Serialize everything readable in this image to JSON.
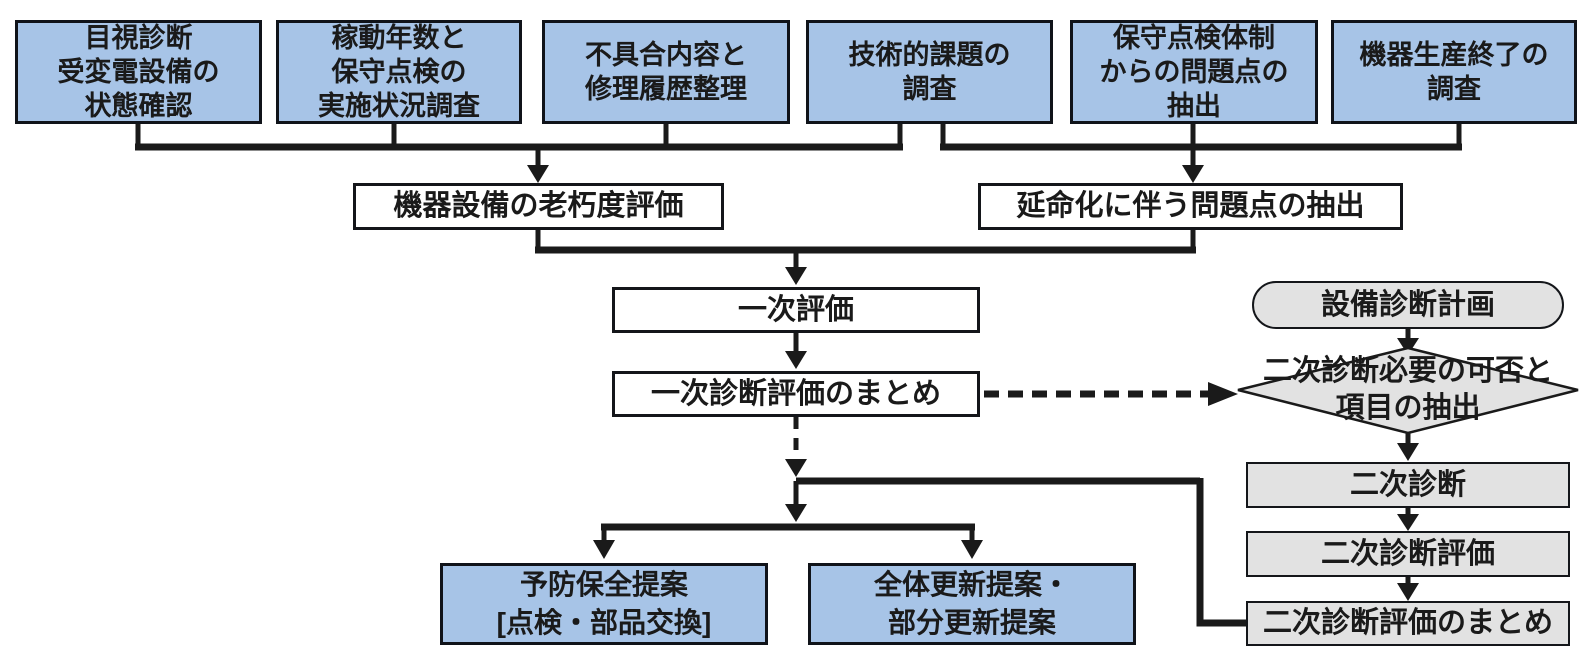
{
  "diagram": {
    "title_hint": "受変電設備 診断フロー図",
    "colors": {
      "box_blue": "#a7c4e7",
      "box_gray": "#e2e2e2",
      "box_white": "#ffffff",
      "line": "#1a1a1a",
      "text": "#1a1a1a"
    },
    "top_row": [
      {
        "id": "visual-diagnosis",
        "label": "目視診断\n受変電設備の\n状態確認"
      },
      {
        "id": "operating-years-survey",
        "label": "稼動年数と\n保守点検の\n実施状況調査"
      },
      {
        "id": "defect-repair-history",
        "label": "不具合内容と\n修理履歴整理"
      },
      {
        "id": "technical-issues-survey",
        "label": "技術的課題の\n調査"
      },
      {
        "id": "maintenance-system-problems",
        "label": "保守点検体制\nからの問題点の\n抽出"
      },
      {
        "id": "production-discontinued-survey",
        "label": "機器生産終了の\n調査"
      }
    ],
    "aging_evaluation": {
      "label": "機器設備の老朽度評価"
    },
    "life_extension_problems": {
      "label": "延命化に伴う問題点の抽出"
    },
    "primary_evaluation": {
      "label": "一次評価"
    },
    "primary_summary": {
      "label": "一次診断評価のまとめ"
    },
    "diagnosis_plan": {
      "label": "設備診断計画"
    },
    "secondary_decision": {
      "label": "二次診断必要の可否と\n項目の抽出"
    },
    "secondary_diagnosis": {
      "label": "二次診断"
    },
    "secondary_evaluation": {
      "label": "二次診断評価"
    },
    "secondary_summary": {
      "label": "二次診断評価のまとめ"
    },
    "preventive_proposal": {
      "label": "予防保全提案\n[点検・部品交換]"
    },
    "renewal_proposal": {
      "label": "全体更新提案・\n部分更新提案"
    }
  }
}
